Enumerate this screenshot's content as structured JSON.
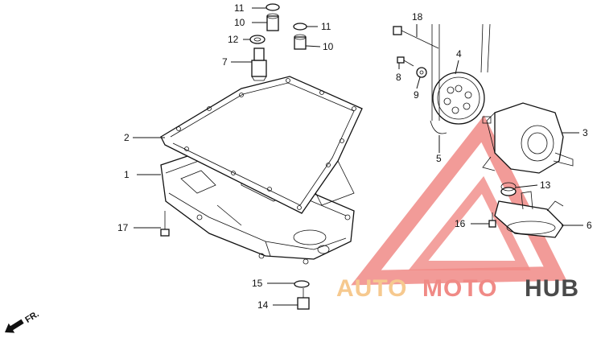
{
  "callouts": {
    "c1": "1",
    "c2": "2",
    "c3": "3",
    "c4": "4",
    "c5": "5",
    "c6": "6",
    "c7": "7",
    "c8": "8",
    "c9": "9",
    "c10a": "10",
    "c10b": "10",
    "c11a": "11",
    "c11b": "11",
    "c12": "12",
    "c13": "13",
    "c14": "14",
    "c15": "15",
    "c16": "16",
    "c17": "17",
    "c18": "18"
  },
  "direction_label": "FR.",
  "watermark": {
    "part1": "AUTO",
    "part2": "MOTO",
    "part3": "HUB"
  },
  "colors": {
    "line": "#111111",
    "watermark_red": "#f08a86",
    "watermark_orange": "#f6c98f",
    "watermark_dark": "#4a4a4a"
  }
}
